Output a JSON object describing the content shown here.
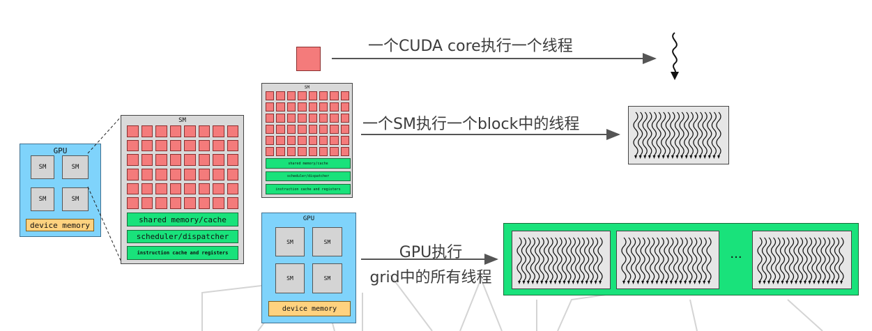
{
  "left_gpu": {
    "title": "GPU",
    "sms": [
      "SM",
      "SM",
      "SM",
      "SM"
    ],
    "memory": "device memory"
  },
  "big_sm": {
    "title": "SM",
    "rows": 6,
    "cols": 8,
    "shared": "shared memory/cache",
    "scheduler": "scheduler/dispatcher",
    "instruction": "instruction cache and registers"
  },
  "small_sm": {
    "title": "SM",
    "rows": 6,
    "cols": 8,
    "shared": "shared memory/cache",
    "scheduler": "scheduler/dispatcher",
    "instruction": "instruction cache and registers"
  },
  "mid_gpu": {
    "title": "GPU",
    "sms": [
      "SM",
      "SM",
      "SM",
      "SM"
    ],
    "memory": "device memory"
  },
  "captions": {
    "core": "一个CUDA core执行一个线程",
    "sm": "一个SM执行一个block中的线程",
    "gpu_line1": "GPU执行",
    "gpu_line2": "grid中的所有线程"
  },
  "grid_boxes": {
    "ellipsis": "···"
  },
  "colors": {
    "core": "#f47b7b",
    "gpu": "#7fd3fb",
    "sm": "#d9d9d9",
    "green": "#19e27b",
    "memory": "#ffd27f"
  }
}
